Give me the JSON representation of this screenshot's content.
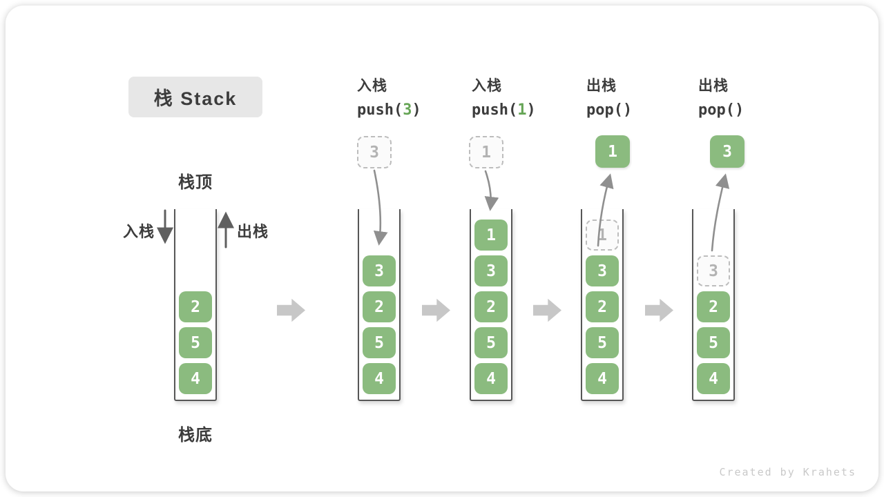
{
  "title": "栈 Stack",
  "watermark": "Created by Krahets",
  "labels": {
    "stack_top": "栈顶",
    "stack_bottom": "栈底",
    "push_side": "入栈",
    "pop_side": "出栈"
  },
  "operations": [
    {
      "name": "入栈",
      "code_pre": "push(",
      "code_arg": "3",
      "code_post": ")"
    },
    {
      "name": "入栈",
      "code_pre": "push(",
      "code_arg": "1",
      "code_post": ")"
    },
    {
      "name": "出栈",
      "code_pre": "pop(",
      "code_arg": "",
      "code_post": ")"
    },
    {
      "name": "出栈",
      "code_pre": "pop(",
      "code_arg": "",
      "code_post": ")"
    }
  ],
  "stacks": [
    {
      "floating": null,
      "blocks": [
        {
          "value": "2"
        },
        {
          "value": "5"
        },
        {
          "value": "4"
        }
      ]
    },
    {
      "floating": {
        "value": "3",
        "style": "dashed"
      },
      "blocks": [
        {
          "value": "3"
        },
        {
          "value": "2"
        },
        {
          "value": "5"
        },
        {
          "value": "4"
        }
      ]
    },
    {
      "floating": {
        "value": "1",
        "style": "dashed"
      },
      "blocks": [
        {
          "value": "1"
        },
        {
          "value": "3"
        },
        {
          "value": "2"
        },
        {
          "value": "5"
        },
        {
          "value": "4"
        }
      ]
    },
    {
      "floating": {
        "value": "1",
        "style": "solid"
      },
      "blocks": [
        {
          "value": "1",
          "ghost": true
        },
        {
          "value": "3"
        },
        {
          "value": "2"
        },
        {
          "value": "5"
        },
        {
          "value": "4"
        }
      ]
    },
    {
      "floating": {
        "value": "3",
        "style": "solid"
      },
      "blocks": [
        {
          "value": "3",
          "ghost": true
        },
        {
          "value": "2"
        },
        {
          "value": "5"
        },
        {
          "value": "4"
        }
      ]
    }
  ],
  "colors": {
    "block_green": "#8bbb7f",
    "code_green": "#66a556",
    "title_bg": "#e7e7e7",
    "ink": "#3c3c3c",
    "wall": "#565656",
    "arrow_gray": "#8f8f8f",
    "step_arrow": "#c7c7c7",
    "watermark": "#c9c9c9"
  }
}
